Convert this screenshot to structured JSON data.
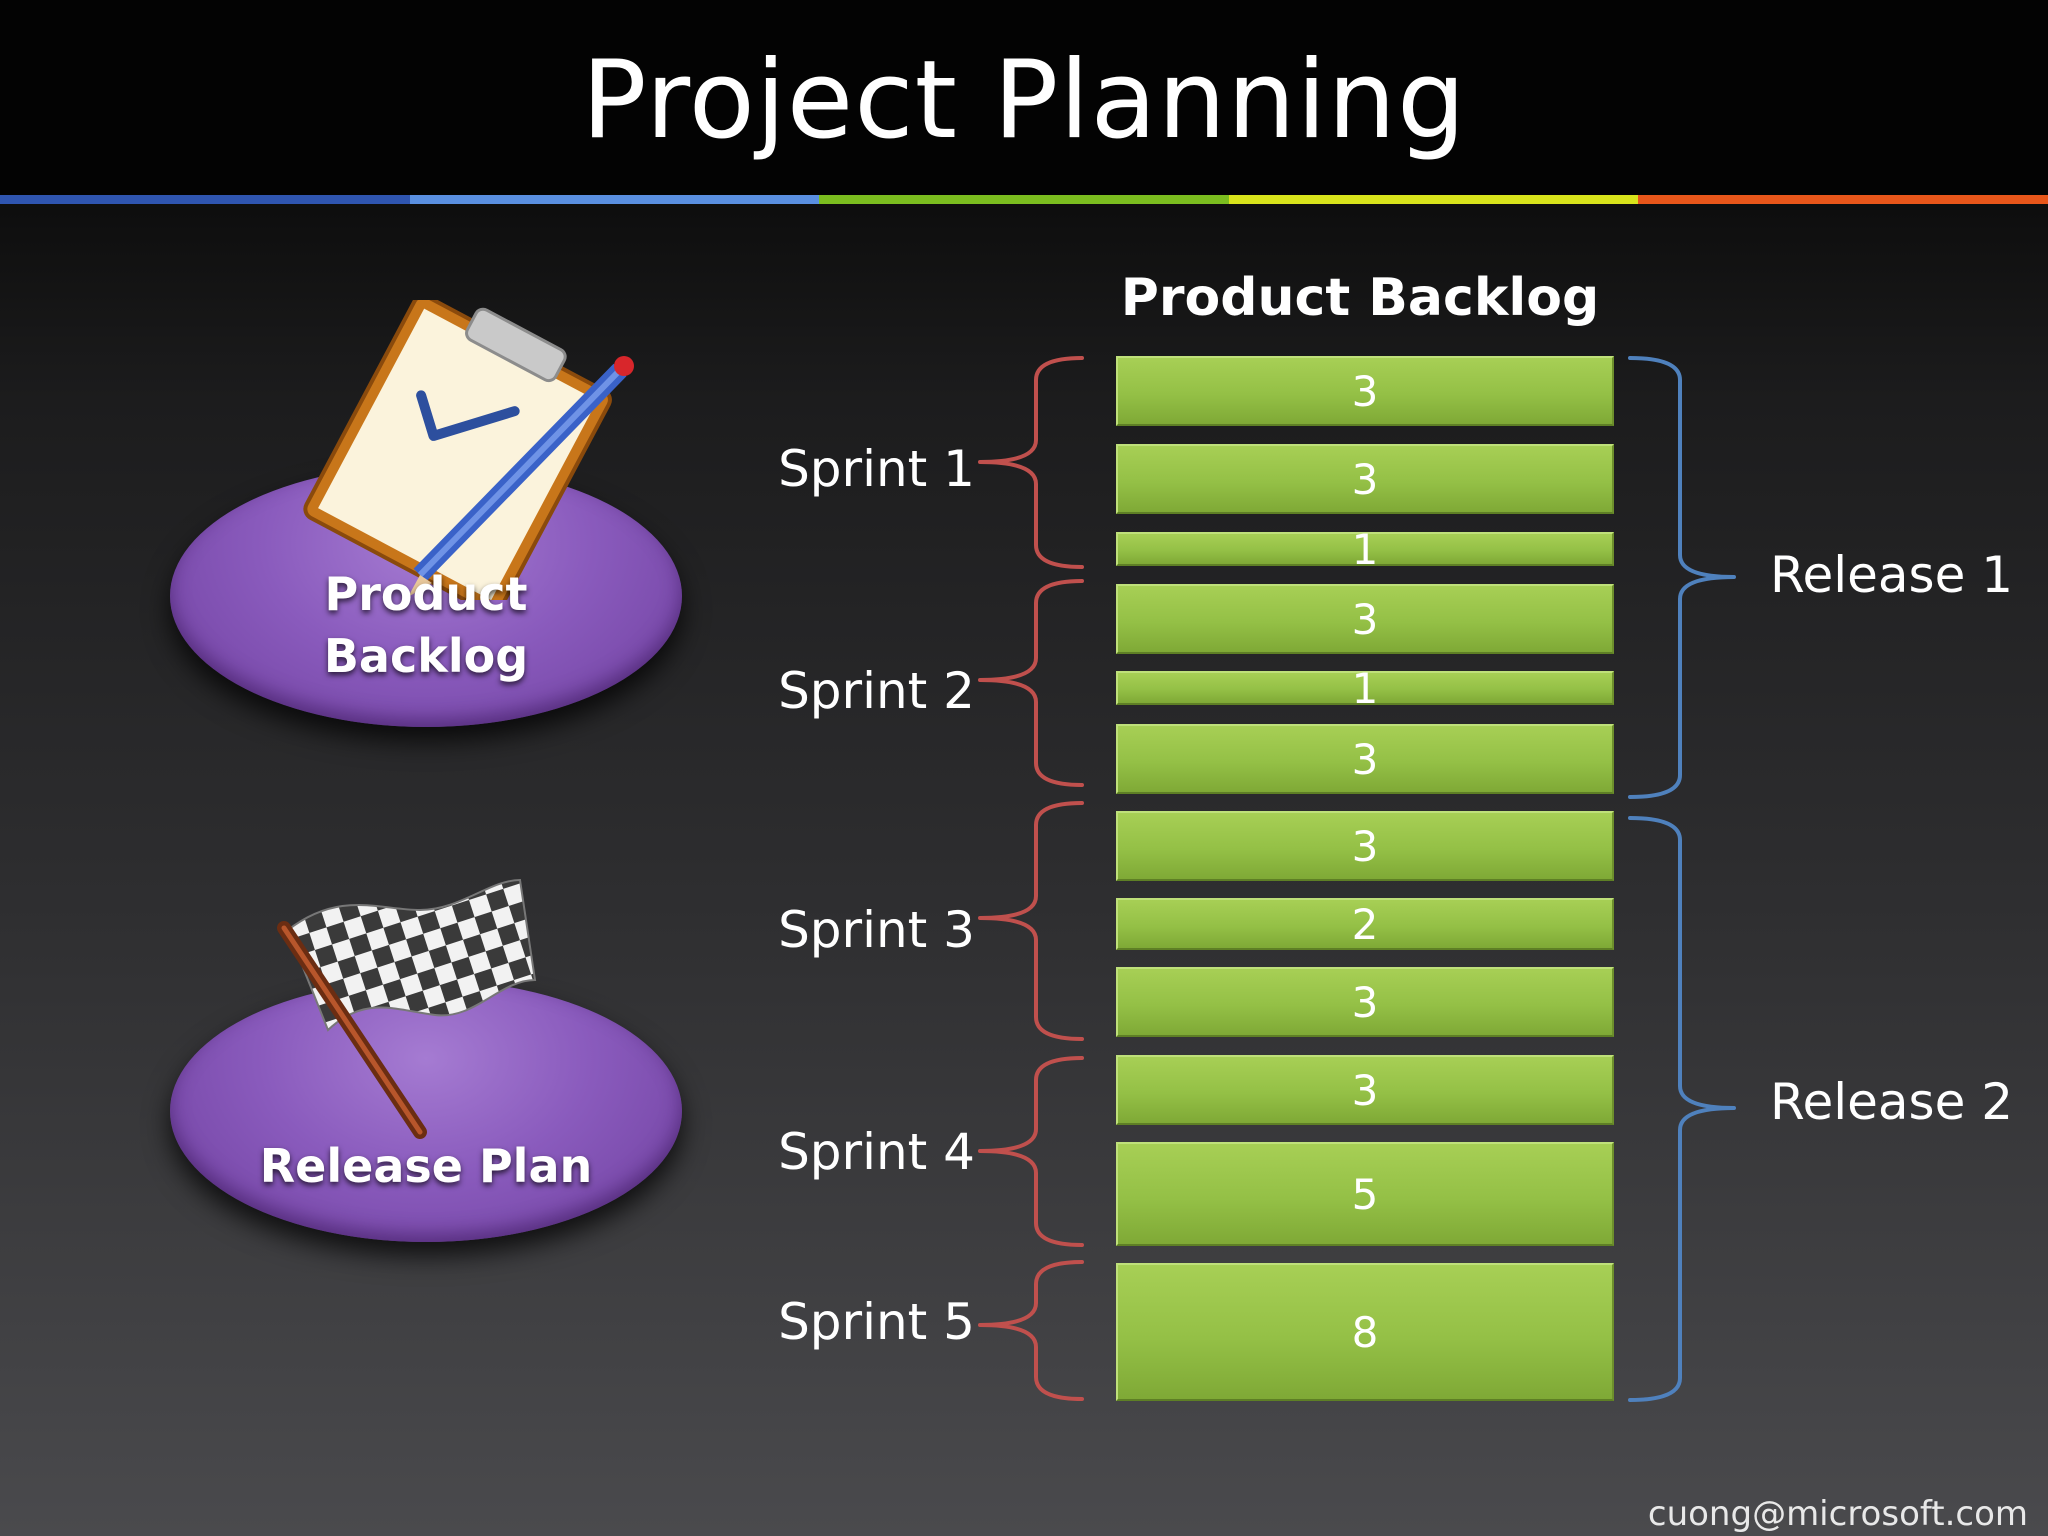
{
  "slide": {
    "title": "Project Planning",
    "footer": "cuong@microsoft.com",
    "stripe_colors": [
      "#2f55b0",
      "#5a8fe0",
      "#7bbd1f",
      "#d8e31b",
      "#e8561a"
    ]
  },
  "left_panel": {
    "product_backlog": {
      "label_line1": "Product",
      "label_line2": "Backlog",
      "icon": "clipboard-checklist-icon"
    },
    "release_plan": {
      "label": "Release Plan",
      "icon": "checkered-flag-icon"
    }
  },
  "backlog": {
    "title": "Product Backlog",
    "items": [
      {
        "points": "3",
        "sprint": 1
      },
      {
        "points": "3",
        "sprint": 1
      },
      {
        "points": "1",
        "sprint": 1
      },
      {
        "points": "3",
        "sprint": 2
      },
      {
        "points": "1",
        "sprint": 2
      },
      {
        "points": "3",
        "sprint": 2
      },
      {
        "points": "3",
        "sprint": 3
      },
      {
        "points": "2",
        "sprint": 3
      },
      {
        "points": "3",
        "sprint": 3
      },
      {
        "points": "3",
        "sprint": 4
      },
      {
        "points": "5",
        "sprint": 4
      },
      {
        "points": "8",
        "sprint": 5
      }
    ]
  },
  "sprints": [
    "Sprint 1",
    "Sprint 2",
    "Sprint 3",
    "Sprint 4",
    "Sprint 5"
  ],
  "releases": [
    "Release 1",
    "Release 2"
  ],
  "colors": {
    "item_green": "#94c046",
    "sprint_brace": "#c0504d",
    "release_brace": "#4f81bd",
    "oval_purple": "#8a5bbd"
  }
}
